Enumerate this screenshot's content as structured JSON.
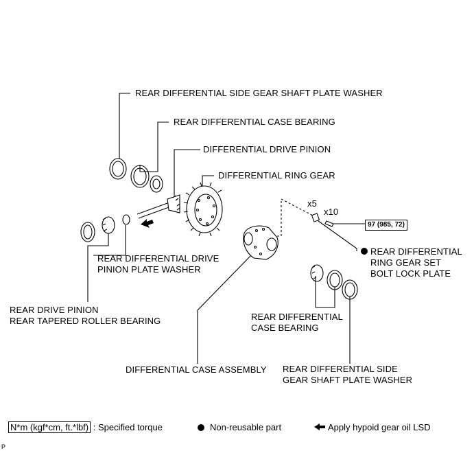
{
  "labels": {
    "side_gear_shaft_washer_top": "REAR DIFFERENTIAL SIDE GEAR SHAFT PLATE WASHER",
    "case_bearing_top": "REAR DIFFERENTIAL CASE BEARING",
    "drive_pinion": "DIFFERENTIAL DRIVE PINION",
    "ring_gear": "DIFFERENTIAL RING GEAR",
    "pinion_plate_washer_line1": "REAR DIFFERENTIAL DRIVE",
    "pinion_plate_washer_line2": "PINION PLATE WASHER",
    "roller_bearing_line1": "REAR DRIVE PINION",
    "roller_bearing_line2": "REAR TAPERED ROLLER BEARING",
    "case_assembly": "DIFFERENTIAL CASE ASSEMBLY",
    "case_bearing_bottom_line1": "REAR DIFFERENTIAL",
    "case_bearing_bottom_line2": "CASE BEARING",
    "side_washer_bottom_line1": "REAR DIFFERENTIAL SIDE",
    "side_washer_bottom_line2": "GEAR SHAFT PLATE WASHER",
    "lock_plate_line1": "REAR DIFFERENTIAL",
    "lock_plate_line2": "RING GEAR SET",
    "lock_plate_line3": "BOLT LOCK PLATE",
    "qty_lock_plate": "x5",
    "qty_bolt": "x10",
    "torque_value": "97 (985, 72)"
  },
  "legend": {
    "torque_box": "N*m (kgf*cm, ft.*lbf)",
    "torque_text": ": Specified torque",
    "nonreusable_text": "Non-reusable part",
    "oil_text": "Apply hypoid gear oil LSD"
  },
  "footer": "P",
  "icons": [
    "non-reusable-dot-icon",
    "oil-arrow-icon"
  ]
}
